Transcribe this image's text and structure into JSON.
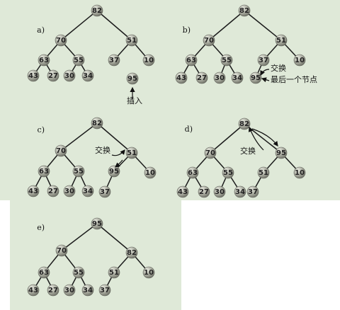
{
  "colors": {
    "background": "#dfe9d8",
    "node_fill": "#a9ab9f",
    "node_highlight": "#e2e4d9",
    "edge": "#1c1c1c",
    "text": "#222222"
  },
  "panels": [
    {
      "label": "a)",
      "nodes": [
        "82",
        "70",
        "51",
        "63",
        "55",
        "37",
        "10",
        "43",
        "27",
        "30",
        "34",
        "95"
      ],
      "edges": [
        [
          "82",
          "70"
        ],
        [
          "82",
          "51"
        ],
        [
          "70",
          "63"
        ],
        [
          "70",
          "55"
        ],
        [
          "51",
          "37"
        ],
        [
          "51",
          "10"
        ],
        [
          "63",
          "43"
        ],
        [
          "63",
          "27"
        ],
        [
          "55",
          "30"
        ],
        [
          "55",
          "34"
        ]
      ],
      "notes": [
        "插入"
      ]
    },
    {
      "label": "b)",
      "nodes": [
        "82",
        "70",
        "51",
        "63",
        "55",
        "37",
        "10",
        "43",
        "27",
        "30",
        "34",
        "95"
      ],
      "edges": [
        [
          "82",
          "70"
        ],
        [
          "82",
          "51"
        ],
        [
          "70",
          "63"
        ],
        [
          "70",
          "55"
        ],
        [
          "51",
          "37"
        ],
        [
          "51",
          "10"
        ],
        [
          "63",
          "43"
        ],
        [
          "63",
          "27"
        ],
        [
          "55",
          "30"
        ],
        [
          "55",
          "34"
        ],
        [
          "37",
          "95"
        ]
      ],
      "notes": [
        "交换",
        "最后一个节点"
      ]
    },
    {
      "label": "c)",
      "nodes": [
        "82",
        "70",
        "51",
        "63",
        "55",
        "95",
        "10",
        "43",
        "27",
        "30",
        "34",
        "37"
      ],
      "edges": [
        [
          "82",
          "70"
        ],
        [
          "82",
          "51"
        ],
        [
          "70",
          "63"
        ],
        [
          "70",
          "55"
        ],
        [
          "51",
          "95"
        ],
        [
          "51",
          "10"
        ],
        [
          "63",
          "43"
        ],
        [
          "63",
          "27"
        ],
        [
          "55",
          "30"
        ],
        [
          "55",
          "34"
        ],
        [
          "95",
          "37"
        ]
      ],
      "notes": [
        "交换"
      ]
    },
    {
      "label": "d)",
      "nodes": [
        "82",
        "70",
        "95",
        "63",
        "55",
        "51",
        "10",
        "43",
        "27",
        "30",
        "34",
        "37"
      ],
      "edges": [
        [
          "82",
          "70"
        ],
        [
          "82",
          "95"
        ],
        [
          "70",
          "63"
        ],
        [
          "70",
          "55"
        ],
        [
          "95",
          "51"
        ],
        [
          "95",
          "10"
        ],
        [
          "63",
          "43"
        ],
        [
          "63",
          "27"
        ],
        [
          "55",
          "30"
        ],
        [
          "55",
          "34"
        ],
        [
          "51",
          "37"
        ]
      ],
      "notes": [
        "交换"
      ]
    },
    {
      "label": "e)",
      "nodes": [
        "95",
        "70",
        "82",
        "63",
        "55",
        "51",
        "10",
        "43",
        "27",
        "30",
        "34",
        "37"
      ],
      "edges": [
        [
          "95",
          "70"
        ],
        [
          "95",
          "82"
        ],
        [
          "70",
          "63"
        ],
        [
          "70",
          "55"
        ],
        [
          "82",
          "51"
        ],
        [
          "82",
          "10"
        ],
        [
          "63",
          "43"
        ],
        [
          "63",
          "27"
        ],
        [
          "55",
          "30"
        ],
        [
          "55",
          "34"
        ],
        [
          "51",
          "37"
        ]
      ],
      "notes": []
    }
  ]
}
